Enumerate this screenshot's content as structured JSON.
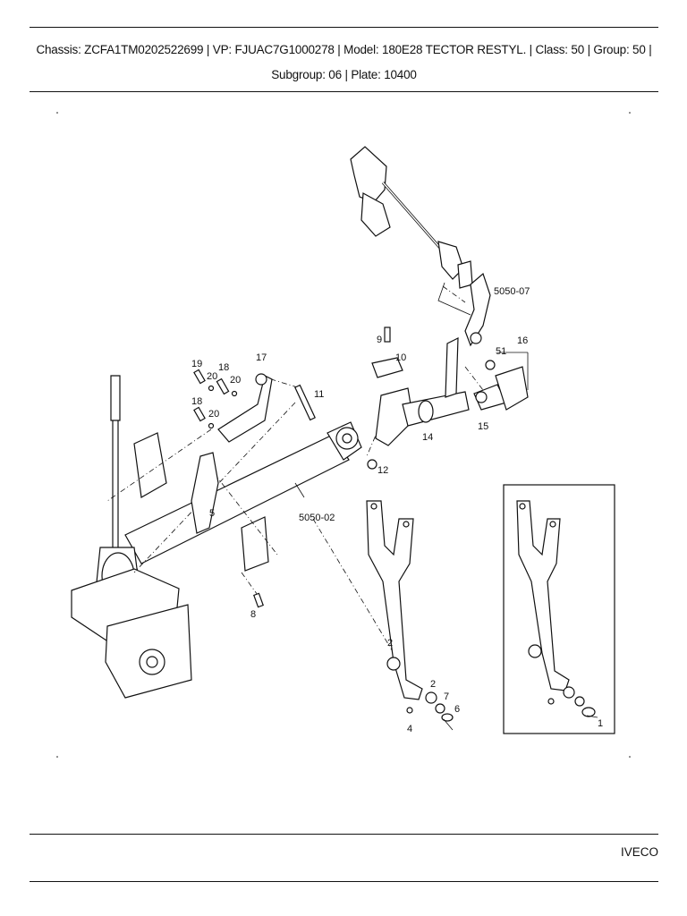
{
  "header": {
    "text": "Chassis: ZCFA1TM0202522699 | VP: FJUAC7G1000278 | Model: 180E28 TECTOR RESTYL.  | Class: 50 | Group: 50 | Subgroup: 06 | Plate: 10400"
  },
  "diagram": {
    "callouts": {
      "c1": "1",
      "c2a": "2",
      "c2b": "2",
      "c4": "4",
      "c5": "5",
      "c6": "6",
      "c7": "7",
      "c8": "8",
      "c9": "9",
      "c10": "10",
      "c11": "11",
      "c12": "12",
      "c14": "14",
      "c15": "15",
      "c16": "16",
      "c17": "17",
      "c18a": "18",
      "c18b": "18",
      "c19": "19",
      "c20a": "20",
      "c20b": "20",
      "c20c": "20",
      "c51": "51"
    },
    "refs": {
      "r1": "5050-07",
      "r2": "5050-02"
    }
  },
  "footer": {
    "brand": "IVECO"
  }
}
